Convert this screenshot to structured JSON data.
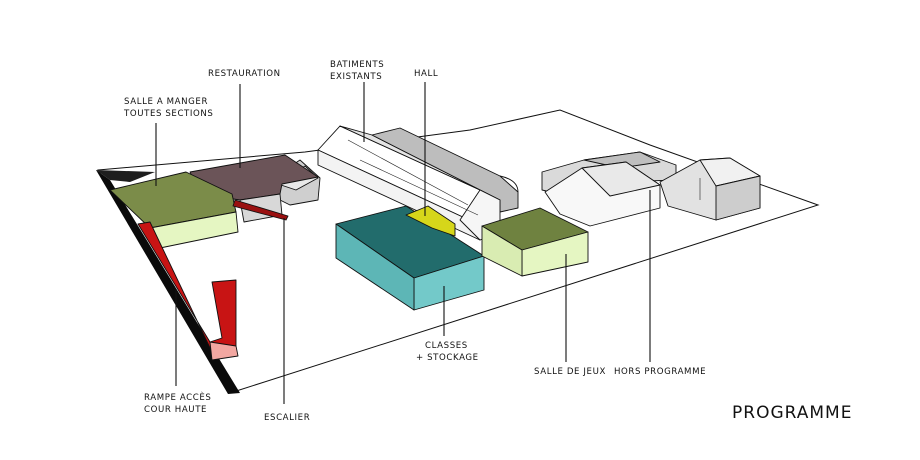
{
  "title": "PROGRAMME",
  "labels": {
    "restauration": "RESTAURATION",
    "salle_manger_1": "SALLE A MANGER",
    "salle_manger_2": "TOUTES SECTIONS",
    "batiments_1": "BATIMENTS",
    "batiments_2": "EXISTANTS",
    "hall": "HALL",
    "rampe_1": "RAMPE ACCÈS",
    "rampe_2": "COUR HAUTE",
    "escalier": "ESCALIER",
    "classes_1": "CLASSES",
    "classes_2": "+ STOCKAGE",
    "salle_jeux": "SALLE DE JEUX",
    "hors_programme": "HORS PROGRAMME"
  },
  "colors": {
    "restauration": "#6b5458",
    "salle_manger_top": "#7b8c49",
    "salle_manger_side": "#e5f6c2",
    "rampe": "#c81414",
    "rampe_end": "#f2a7a1",
    "classes_top": "#226c6c",
    "classes_side": "#73c9c9",
    "hall": "#d6d61a",
    "salle_jeux_top": "#6f8240",
    "salle_jeux_side": "#e5f6c2",
    "existing": "#ffffff",
    "hors_programme": "#e3e3e3"
  }
}
